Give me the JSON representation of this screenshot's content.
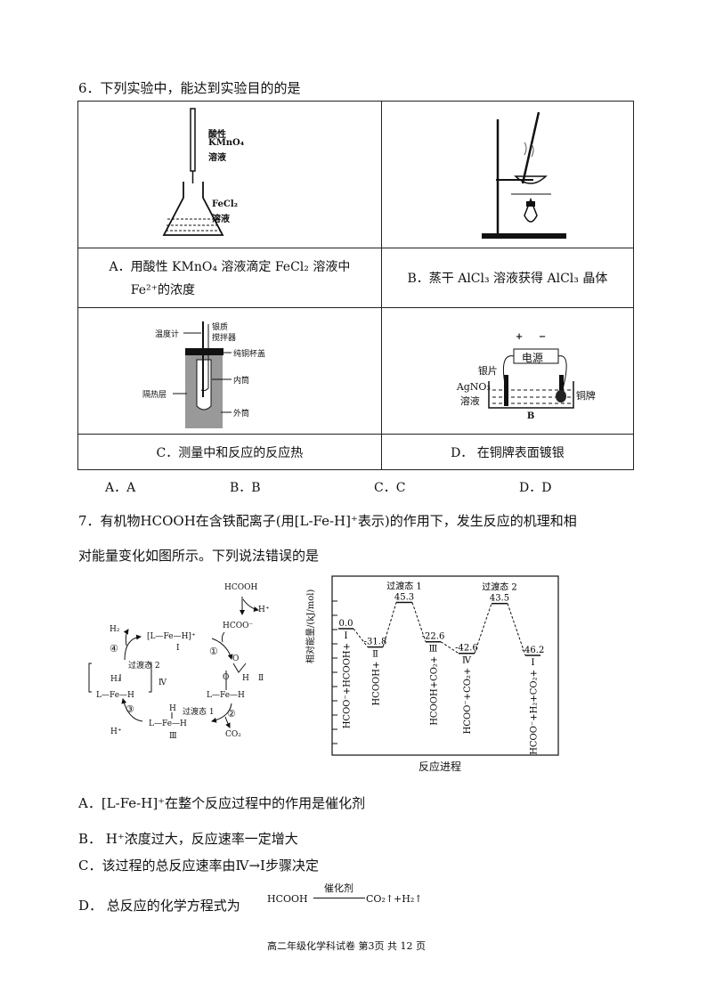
{
  "q6": {
    "stem": "6．下列实验中，能达到实验目的的是",
    "fig_a": {
      "label1": "酸性",
      "label2": "KMnO₄",
      "label3": "溶液",
      "label4": "FeCl₂",
      "label5": "溶液"
    },
    "fig_c": {
      "thermometer": "温度计",
      "stirrer1": "银质",
      "stirrer2": "搅拌器",
      "lid": "纯铜杯盖",
      "inner": "内筒",
      "insulation": "隔热层",
      "outer": "外筒"
    },
    "fig_d": {
      "plus": "+",
      "minus": "−",
      "power": "电源",
      "silver": "银片",
      "solution1": "AgNO₃",
      "solution2": "溶液",
      "copper": "铜牌",
      "tag": "B"
    },
    "caption_a_1": "A．用酸性 KMnO₄ 溶液滴定 FeCl₂ 溶液中",
    "caption_a_2": "Fe²⁺的浓度",
    "caption_b": "B．蒸干 AlCl₃ 溶液获得 AlCl₃ 晶体",
    "caption_c": "C．测量中和反应的反应热",
    "caption_d": "D．  在铜牌表面镀银",
    "options": [
      "A．A",
      "B．B",
      "C．C",
      "D．D"
    ]
  },
  "q7": {
    "stem1": "7．有机物HCOOH在含铁配离子(用[L-Fe-H]⁺表示)的作用下，发生反应的机理和相",
    "stem2": "对能量变化如图所示。下列说法错误的是",
    "mech": {
      "hcooh": "HCOOH",
      "hplus1": "H⁺",
      "hcoo": "HCOO⁻",
      "h2": "H₂",
      "c4": "④",
      "c1": "①",
      "c2": "②",
      "c3": "③",
      "cplx1": "[L—Fe—H]⁺",
      "r1": "Ⅰ",
      "ts2": "过渡态 2",
      "ts1": "过渡态 1",
      "cplx4a": "H₂",
      "cplx4b": "L—Fe—H",
      "r4": "Ⅳ",
      "o1": "O",
      "h2b": "H",
      "r2": "Ⅱ",
      "o2": "O",
      "cplx2": "L—Fe—H",
      "h3top": "H",
      "cplx3": "L—Fe—H",
      "r3": "Ⅲ",
      "hplus2": "H⁺",
      "co2": "CO₂"
    },
    "options": [
      "A．[L-Fe-H]⁺在整个反应过程中的作用是催化剂",
      "B．  H⁺浓度过大，反应速率一定增大",
      "C．该过程的总反应速率由Ⅳ→Ⅰ步骤决定",
      "D．   总反应的化学方程式为"
    ],
    "eq_left": "HCOOH",
    "eq_cat": "催化剂",
    "eq_right": "CO₂↑+H₂↑"
  },
  "chart_data": {
    "type": "line",
    "title": "",
    "xlabel": "反应进程",
    "ylabel": "相对能量/(kJ/mol)",
    "levels": [
      {
        "value": 0.0,
        "label": "0.0",
        "roman": "Ⅰ",
        "species": "HCOO⁻+HCOOH+"
      },
      {
        "value": -31.8,
        "label": "-31.8",
        "roman": "Ⅱ",
        "species": "HCOOH+"
      },
      {
        "value": 45.3,
        "label": "45.3",
        "roman": "",
        "species": "",
        "ts": "过渡态 1"
      },
      {
        "value": -22.6,
        "label": "-22.6",
        "roman": "Ⅲ",
        "species": "HCOOH+CO₂+"
      },
      {
        "value": -42.6,
        "label": "-42.6",
        "roman": "Ⅳ",
        "species": "HCOO⁻+CO₂+"
      },
      {
        "value": 43.5,
        "label": "43.5",
        "roman": "",
        "species": "",
        "ts": "过渡态 2"
      },
      {
        "value": -46.2,
        "label": "-46.2",
        "roman": "Ⅰ",
        "species": "HCOO⁻+H₂+CO₂+"
      }
    ]
  },
  "footer": "高二年级化学科试卷 第3页  共 12 页"
}
